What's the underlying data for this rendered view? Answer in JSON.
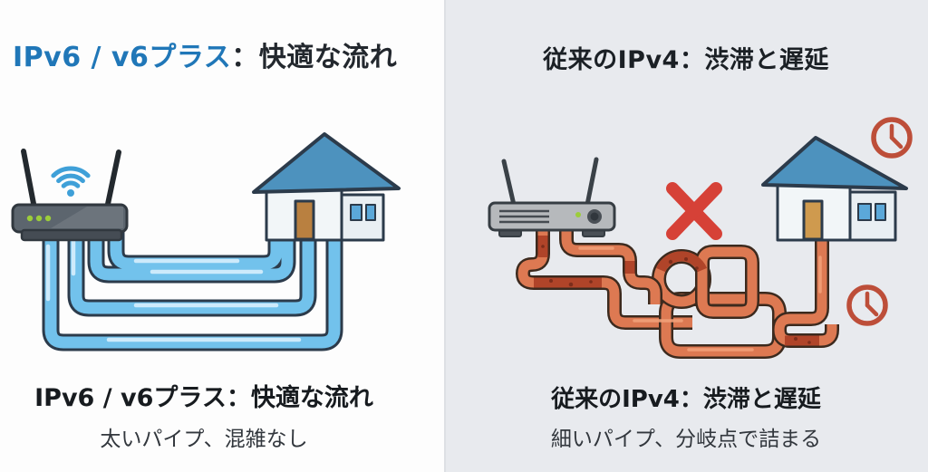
{
  "left": {
    "title_highlight": "IPv6 / v6プラス",
    "title_rest": "：快適な流れ",
    "caption_title": "IPv6 / v6プラス：快適な流れ",
    "caption_sub": "太いパイプ、混雑なし",
    "icons": [
      "wifi-icon",
      "router-icon",
      "house-icon",
      "thick-pipes"
    ],
    "colors": {
      "background": "#fdfdfd",
      "title_highlight": "#2077b8",
      "pipe_fill": "#72c2ec",
      "pipe_outline": "#2c3b4b",
      "pipe_highlight": "#d2edfc",
      "wifi": "#3fa0d8",
      "router_led": "#9ccd3a"
    }
  },
  "right": {
    "title": "従来のIPv4：渋滞と遅延",
    "caption_title": "従来のIPv4：渋滞と遅延",
    "caption_sub": "細いパイプ、分岐点で詰まる",
    "icons": [
      "router-icon",
      "x-mark-icon",
      "house-icon",
      "clock-icon",
      "clock-icon",
      "tangled-pipes"
    ],
    "colors": {
      "background": "#e8eaee",
      "pipe_fill": "#dd7952",
      "pipe_outline": "#3c2a1e",
      "clog": "#b04429",
      "x_mark": "#d64137",
      "clock": "#bd4e39"
    }
  },
  "shared_colors": {
    "roof": "#4d92be",
    "wall": "#f2f6f8",
    "window": "#5ba8d9",
    "door_left": "#b98040",
    "door_right": "#cf9a4e",
    "outline": "#2c3b4b",
    "text_dark": "#23282e"
  }
}
